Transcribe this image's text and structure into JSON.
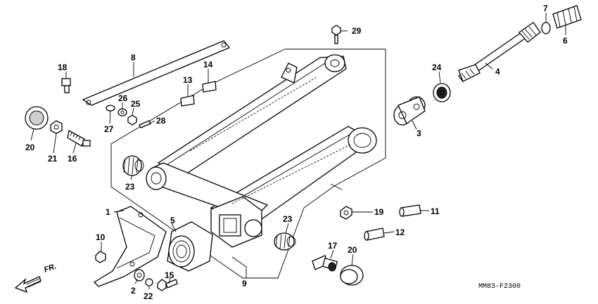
{
  "callouts": {
    "c1": "1",
    "c2": "2",
    "c3": "3",
    "c4": "4",
    "c5": "5",
    "c6": "6",
    "c7": "7",
    "c8": "8",
    "c9": "9",
    "c10": "10",
    "c11": "11",
    "c12": "12",
    "c13": "13",
    "c14": "14",
    "c15": "15",
    "c16": "16",
    "c17": "17",
    "c18": "18",
    "c19": "19",
    "c20a": "20",
    "c20b": "20",
    "c21": "21",
    "c22": "22",
    "c23a": "23",
    "c23b": "23",
    "c24": "24",
    "c25": "25",
    "c26": "26",
    "c27": "27",
    "c28": "28",
    "c29": "29"
  },
  "front_marker": "FR.",
  "drawing_code": "MM83-F2300"
}
